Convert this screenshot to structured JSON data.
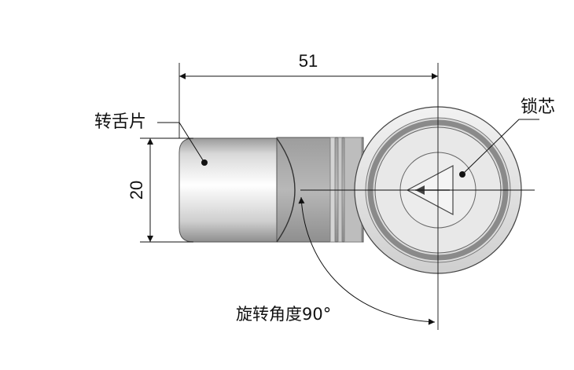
{
  "dimensions": {
    "width_label": "51",
    "height_label": "20"
  },
  "callouts": {
    "tongue_label": "转舌片",
    "core_label": "锁芯",
    "angle_label": "旋转角度90°"
  },
  "colors": {
    "line": "#111111",
    "metal_light": "#e6e6e6",
    "metal_mid": "#b5b5b5",
    "metal_dark": "#8c8c8c",
    "background": "#ffffff"
  }
}
